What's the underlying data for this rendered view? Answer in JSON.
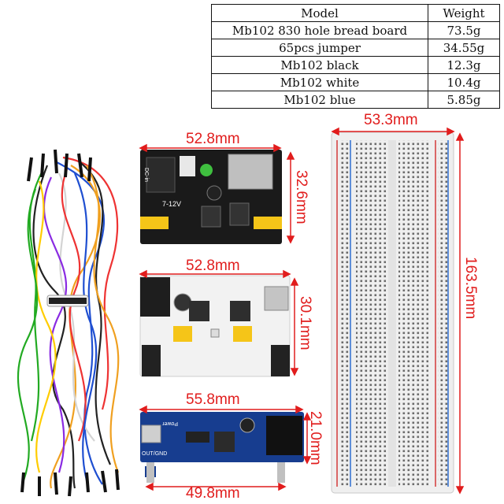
{
  "table": {
    "headers": [
      "Model",
      "Weight"
    ],
    "rows": [
      {
        "model": "Mb102 830 hole bread board",
        "weight": "73.5g"
      },
      {
        "model": "65pcs jumper",
        "weight": "34.55g"
      },
      {
        "model": "Mb102 black",
        "weight": "12.3g"
      },
      {
        "model": "Mb102 white",
        "weight": "10.4g"
      },
      {
        "model": "Mb102 blue",
        "weight": "5.85g"
      }
    ]
  },
  "dimensions": {
    "black_width": "52.8mm",
    "black_height": "32.6mm",
    "white_width": "52.8mm",
    "white_height": "30.1mm",
    "blue_width": "55.8mm",
    "blue_height": "21.0mm",
    "blue_pin_width": "49.8mm",
    "breadboard_width": "53.3mm",
    "breadboard_height": "163.5mm"
  },
  "board_labels": {
    "black_voltage": "7-12V",
    "black_dc": "DC-in",
    "blue_power": "Power",
    "blue_out": "OUT/GND"
  },
  "colors": {
    "dimension": "#e11d1d",
    "black_pcb": "#1a1a1a",
    "white_pcb": "#f2f2f2",
    "blue_pcb": "#173d8f",
    "breadboard": "#efefef",
    "rail_red": "#d43a3a",
    "rail_blue": "#2f6fd0",
    "jumper_header": "#f5c518"
  }
}
